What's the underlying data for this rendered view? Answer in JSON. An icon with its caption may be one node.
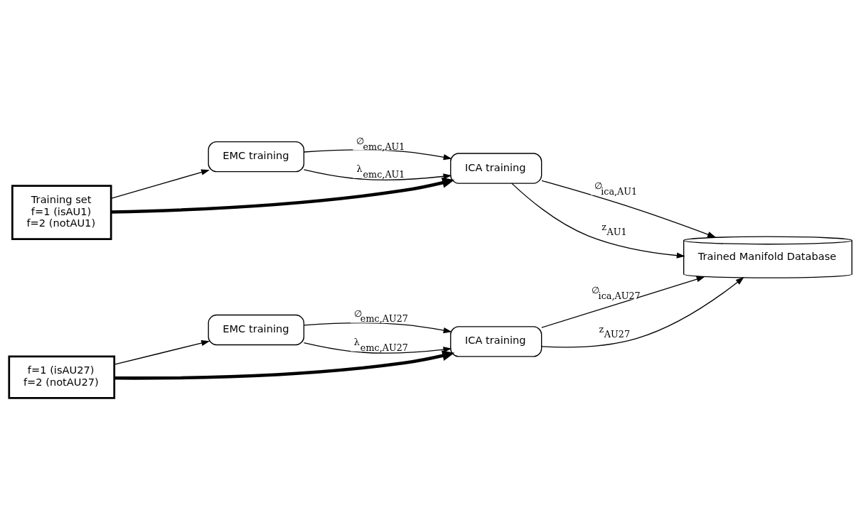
{
  "diagram": {
    "nodes": [
      {
        "text": [
          "Training set",
          "f=1 (isAU1)",
          "f=2 (notAU1)"
        ]
      },
      {
        "text": [
          "EMC training"
        ]
      },
      {
        "text": [
          "ICA training"
        ]
      },
      {
        "text": [
          "f=1 (isAU27)",
          "f=2 (notAU27)"
        ]
      },
      {
        "text": [
          "EMC training"
        ]
      },
      {
        "text": [
          "ICA training"
        ]
      },
      {
        "text": [
          "Trained Manifold Database"
        ]
      }
    ],
    "edges": [
      {
        "from": 0,
        "to": 1,
        "arrow": "to"
      },
      {
        "from": 1,
        "to": 2,
        "arrow": "to",
        "label": "∅$_{emc,AU1}$"
      },
      {
        "from": 1,
        "to": 2,
        "arrow": "to",
        "label": "λ$_{emc,AU1}$"
      },
      {
        "from": 0,
        "to": 2,
        "arrow": "to",
        "style": "thick"
      },
      {
        "from": 2,
        "to": 6,
        "arrow": "to",
        "label": "∅$_{ica,AU1}$"
      },
      {
        "from": 2,
        "to": 6,
        "arrow": "to",
        "label": "z$_{AU1}$"
      },
      {
        "from": 3,
        "to": 4,
        "arrow": "to"
      },
      {
        "from": 4,
        "to": 5,
        "arrow": "to",
        "label": "∅$_{emc,AU27}$"
      },
      {
        "from": 4,
        "to": 5,
        "arrow": "to",
        "label": "λ$_{emc,AU27}$"
      },
      {
        "from": 3,
        "to": 5,
        "arrow": "to",
        "style": "thick"
      },
      {
        "from": 5,
        "to": 6,
        "arrow": "to",
        "label": "∅$_{ica,AU27}$"
      },
      {
        "from": 5,
        "to": 6,
        "arrow": "to",
        "label": "z$_{AU27}$"
      }
    ]
  }
}
